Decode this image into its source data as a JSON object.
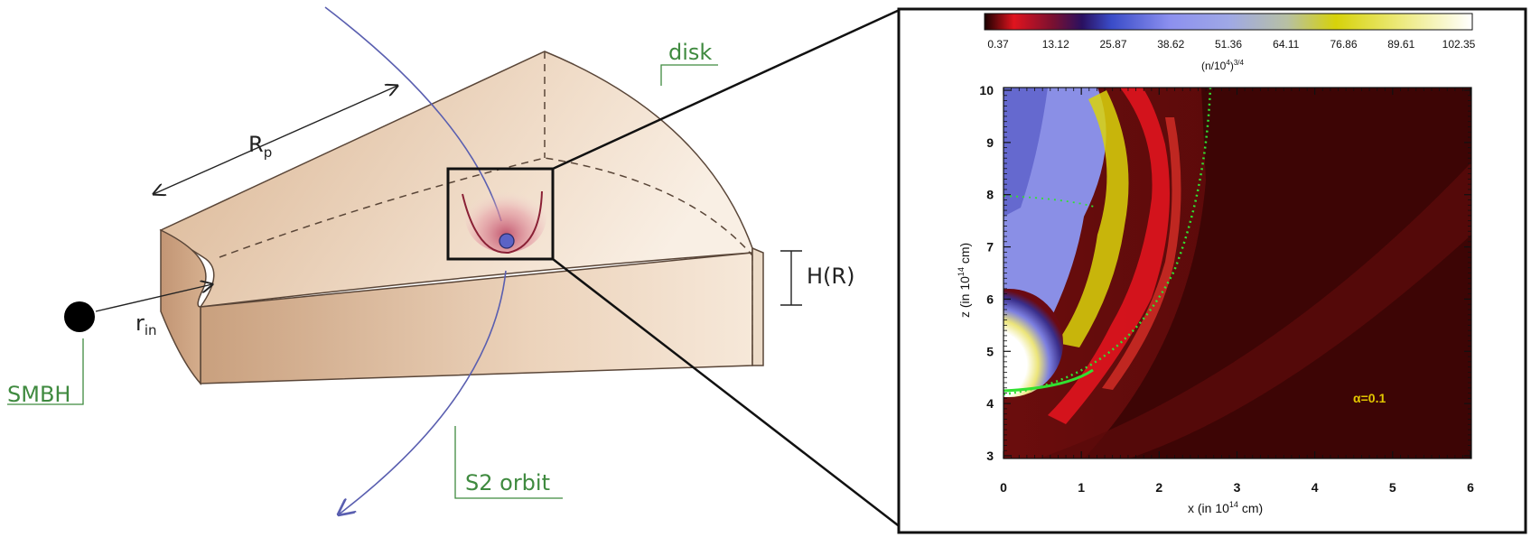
{
  "diagram": {
    "labels": {
      "rp_main": "R",
      "rp_sub": "p",
      "rin_main": "r",
      "rin_sub": "in",
      "disk": "disk",
      "smbh": "SMBH",
      "hr": "H(R)",
      "s2_orbit": "S2 orbit"
    },
    "colors": {
      "disk_fill": "#e8c9a9",
      "disk_edge": "#5a4638",
      "orbit": "#5a5fb0",
      "green_label": "#3f8a3f"
    }
  },
  "simulation": {
    "colorbar": {
      "ticks": [
        "0.37",
        "13.12",
        "25.87",
        "38.62",
        "51.36",
        "64.11",
        "76.86",
        "89.61",
        "102.35"
      ],
      "label": "(n/10",
      "label_sup1": "4",
      "label_mid": ")",
      "label_sup2": "3/4"
    },
    "x_ticks": [
      "0",
      "1",
      "2",
      "3",
      "4",
      "5",
      "6"
    ],
    "y_ticks": [
      "3",
      "4",
      "5",
      "6",
      "7",
      "8",
      "9",
      "10"
    ],
    "xlabel": "x (in 10",
    "xlabel_sup": "14",
    "xlabel_end": " cm)",
    "ylabel": "z (in 10",
    "ylabel_sup": "14",
    "ylabel_end": " cm)",
    "annotation": "α=0.1",
    "annotation_color": "#e2c700"
  }
}
